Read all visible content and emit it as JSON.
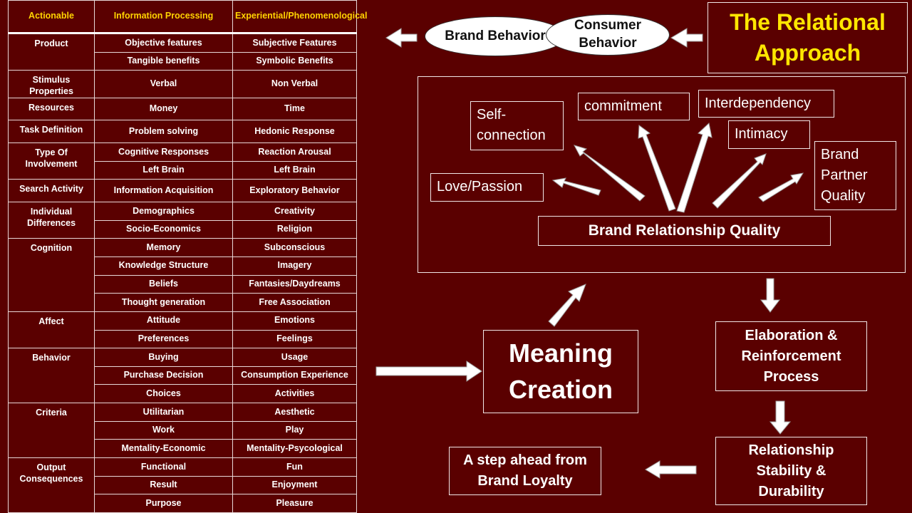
{
  "table": {
    "headers": [
      "Actionable",
      "Information Processing",
      "Experiential/Phenomenological"
    ],
    "groups": [
      {
        "category": "Product",
        "rows": [
          [
            "Objective features",
            "Subjective Features"
          ],
          [
            "Tangible benefits",
            "Symbolic Benefits"
          ]
        ]
      },
      {
        "category": "Stimulus Properties",
        "rows": [
          [
            "Verbal",
            "Non Verbal"
          ]
        ]
      },
      {
        "category": "Resources",
        "rows": [
          [
            "Money",
            "Time"
          ]
        ]
      },
      {
        "category": "Task Definition",
        "rows": [
          [
            "Problem solving",
            "Hedonic Response"
          ]
        ]
      },
      {
        "category": "Type Of Involvement",
        "rows": [
          [
            "Cognitive Responses",
            "Reaction Arousal"
          ],
          [
            "Left Brain",
            "Left Brain"
          ]
        ]
      },
      {
        "category": "Search Activity",
        "rows": [
          [
            "Information Acquisition",
            "Exploratory Behavior"
          ]
        ]
      },
      {
        "category": "Individual Differences",
        "rows": [
          [
            "Demographics",
            "Creativity"
          ],
          [
            "Socio-Economics",
            "Religion"
          ]
        ]
      },
      {
        "category": "Cognition",
        "rows": [
          [
            "Memory",
            "Subconscious"
          ],
          [
            "Knowledge Structure",
            "Imagery"
          ],
          [
            "Beliefs",
            "Fantasies/Daydreams"
          ],
          [
            "Thought generation",
            "Free Association"
          ]
        ]
      },
      {
        "category": "Affect",
        "rows": [
          [
            "Attitude",
            "Emotions"
          ],
          [
            "Preferences",
            "Feelings"
          ]
        ]
      },
      {
        "category": "Behavior",
        "rows": [
          [
            "Buying",
            "Usage"
          ],
          [
            "Purchase Decision",
            "Consumption Experience"
          ],
          [
            "Choices",
            "Activities"
          ]
        ]
      },
      {
        "category": "Criteria",
        "rows": [
          [
            "Utilitarian",
            "Aesthetic"
          ],
          [
            "Work",
            "Play"
          ],
          [
            "Mentality-Economic",
            "Mentality-Psycological"
          ]
        ]
      },
      {
        "category": "Output Consequences",
        "rows": [
          [
            "Functional",
            "Fun"
          ],
          [
            "Result",
            "Enjoyment"
          ],
          [
            "Purpose",
            "Pleasure"
          ]
        ]
      }
    ]
  },
  "diagram": {
    "title": "The Relational Approach",
    "ovals": [
      "Brand Behavior",
      "Consumer Behavior"
    ],
    "facets": {
      "self_connection": "Self-connection",
      "commitment": "commitment",
      "interdependency": "Interdependency",
      "intimacy": "Intimacy",
      "brand_partner_quality": "Brand Partner Quality",
      "love_passion": "Love/Passion"
    },
    "brq": "Brand Relationship Quality",
    "meaning_creation": "Meaning Creation",
    "elaboration": "Elaboration & Reinforcement Process",
    "stability": "Relationship Stability & Durability",
    "loyalty": "A step ahead from Brand Loyalty"
  },
  "colors": {
    "background": "#5a0000",
    "title": "#ffe600",
    "header": "#ffd400",
    "lines": "#e8d8d8"
  }
}
